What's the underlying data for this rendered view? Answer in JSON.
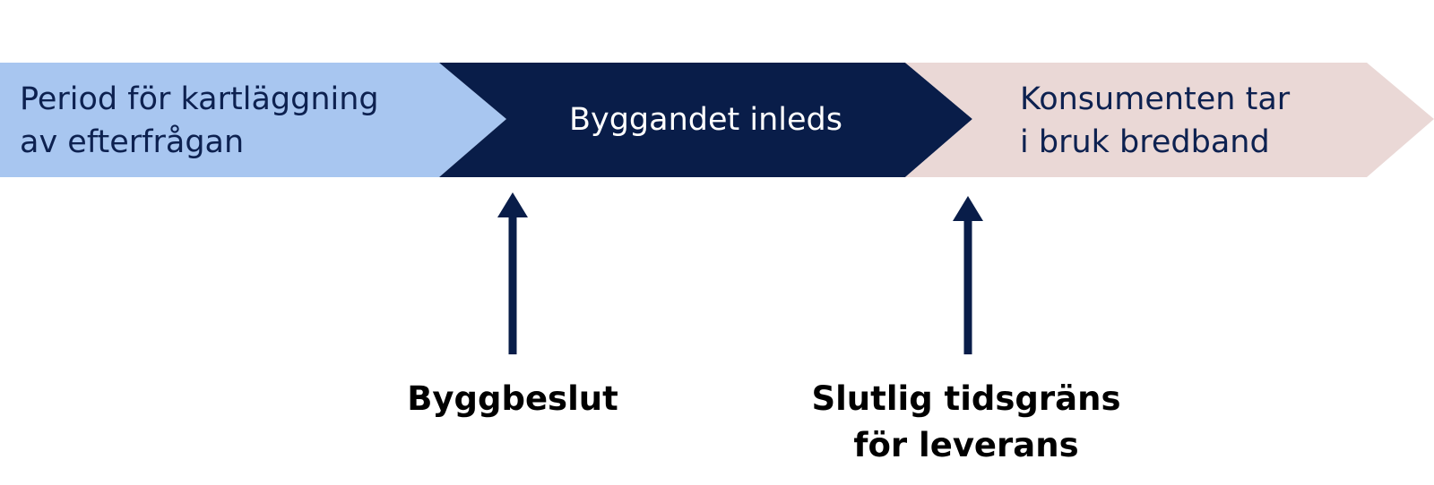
{
  "phases": [
    {
      "lines": [
        "Period för kartläggning",
        "av efterfrågan"
      ],
      "fill": "#a8c6f0",
      "text_color": "#0d2150"
    },
    {
      "lines": [
        "Byggandet inleds"
      ],
      "fill": "#091d49",
      "text_color": "#ffffff"
    },
    {
      "lines": [
        "Konsumenten tar",
        "i bruk bredband"
      ],
      "fill": "#ead8d6",
      "text_color": "#0d2150"
    }
  ],
  "milestones": [
    {
      "lines": [
        "Byggbeslut"
      ]
    },
    {
      "lines": [
        "Slutlig tidsgräns",
        "för leverans"
      ]
    }
  ],
  "colors": {
    "arrow": "#091d49",
    "label": "#000000"
  }
}
